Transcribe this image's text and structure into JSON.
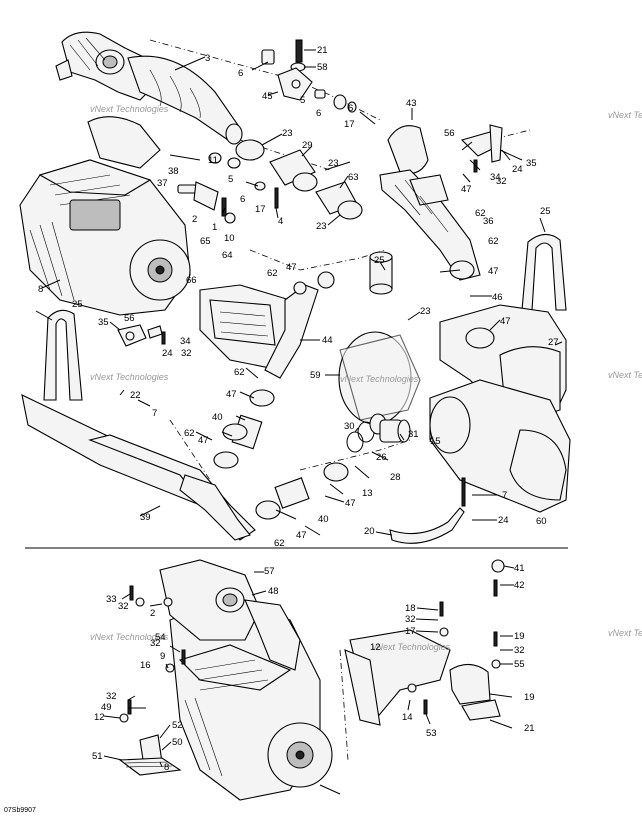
{
  "reference_code": "07Sb9907",
  "watermark": "vNext Technologies",
  "callouts": [
    {
      "id": "c3",
      "label": "3"
    },
    {
      "id": "c21a",
      "label": "21"
    },
    {
      "id": "c6a",
      "label": "6"
    },
    {
      "id": "c58",
      "label": "58"
    },
    {
      "id": "c45",
      "label": "45"
    },
    {
      "id": "c5a",
      "label": "5"
    },
    {
      "id": "c6b",
      "label": "6"
    },
    {
      "id": "c17a",
      "label": "17"
    },
    {
      "id": "c43",
      "label": "43"
    },
    {
      "id": "c6c",
      "label": "6"
    },
    {
      "id": "c23a",
      "label": "23"
    },
    {
      "id": "c29",
      "label": "29"
    },
    {
      "id": "c56a",
      "label": "56"
    },
    {
      "id": "c24a",
      "label": "24"
    },
    {
      "id": "c35a",
      "label": "35"
    },
    {
      "id": "c34a",
      "label": "34"
    },
    {
      "id": "c32a",
      "label": "32"
    },
    {
      "id": "c47a",
      "label": "47"
    },
    {
      "id": "c38",
      "label": "38"
    },
    {
      "id": "c11",
      "label": "11"
    },
    {
      "id": "c5b",
      "label": "5"
    },
    {
      "id": "c23b",
      "label": "23"
    },
    {
      "id": "c63",
      "label": "63"
    },
    {
      "id": "c37",
      "label": "37"
    },
    {
      "id": "c6d",
      "label": "6"
    },
    {
      "id": "c17b",
      "label": "17"
    },
    {
      "id": "c2a",
      "label": "2"
    },
    {
      "id": "c4",
      "label": "4"
    },
    {
      "id": "c1",
      "label": "1"
    },
    {
      "id": "c10",
      "label": "10"
    },
    {
      "id": "c23c",
      "label": "23"
    },
    {
      "id": "c62a",
      "label": "62"
    },
    {
      "id": "c36",
      "label": "36"
    },
    {
      "id": "c25a",
      "label": "25"
    },
    {
      "id": "c65",
      "label": "65"
    },
    {
      "id": "c64",
      "label": "64"
    },
    {
      "id": "c62b",
      "label": "62"
    },
    {
      "id": "c25b",
      "label": "25"
    },
    {
      "id": "c47b",
      "label": "47"
    },
    {
      "id": "c62c",
      "label": "62"
    },
    {
      "id": "c47c",
      "label": "47"
    },
    {
      "id": "c8a",
      "label": "8"
    },
    {
      "id": "c66",
      "label": "66"
    },
    {
      "id": "c46",
      "label": "46"
    },
    {
      "id": "c25c",
      "label": "25"
    },
    {
      "id": "c23d",
      "label": "23"
    },
    {
      "id": "c47d",
      "label": "47"
    },
    {
      "id": "c35b",
      "label": "35"
    },
    {
      "id": "c56b",
      "label": "56"
    },
    {
      "id": "c34b",
      "label": "34"
    },
    {
      "id": "c24b",
      "label": "24"
    },
    {
      "id": "c32b",
      "label": "32"
    },
    {
      "id": "c44",
      "label": "44"
    },
    {
      "id": "c27",
      "label": "27"
    },
    {
      "id": "c62d",
      "label": "62"
    },
    {
      "id": "c59",
      "label": "59"
    },
    {
      "id": "c7a",
      "label": "7"
    },
    {
      "id": "c47e",
      "label": "47"
    },
    {
      "id": "c22",
      "label": "22"
    },
    {
      "id": "c40a",
      "label": "40"
    },
    {
      "id": "c30",
      "label": "30"
    },
    {
      "id": "c47f",
      "label": "47"
    },
    {
      "id": "c31",
      "label": "31"
    },
    {
      "id": "c15",
      "label": "15"
    },
    {
      "id": "c26",
      "label": "26"
    },
    {
      "id": "c28",
      "label": "28"
    },
    {
      "id": "c62e",
      "label": "62"
    },
    {
      "id": "c13",
      "label": "13"
    },
    {
      "id": "c7b",
      "label": "7"
    },
    {
      "id": "c47g",
      "label": "47"
    },
    {
      "id": "c39",
      "label": "39"
    },
    {
      "id": "c40b",
      "label": "40"
    },
    {
      "id": "c24c",
      "label": "24"
    },
    {
      "id": "c60",
      "label": "60"
    },
    {
      "id": "c20",
      "label": "20"
    },
    {
      "id": "c47h",
      "label": "47"
    },
    {
      "id": "c62f",
      "label": "62"
    },
    {
      "id": "c57",
      "label": "57"
    },
    {
      "id": "c41",
      "label": "41"
    },
    {
      "id": "c48",
      "label": "48"
    },
    {
      "id": "c33",
      "label": "33"
    },
    {
      "id": "c32c",
      "label": "32"
    },
    {
      "id": "c2b",
      "label": "2"
    },
    {
      "id": "c42",
      "label": "42"
    },
    {
      "id": "c18",
      "label": "18"
    },
    {
      "id": "c32d",
      "label": "32"
    },
    {
      "id": "c17c",
      "label": "17"
    },
    {
      "id": "c19a",
      "label": "19"
    },
    {
      "id": "c54",
      "label": "54"
    },
    {
      "id": "c32e",
      "label": "32"
    },
    {
      "id": "c32f",
      "label": "32"
    },
    {
      "id": "c9",
      "label": "9"
    },
    {
      "id": "c12a",
      "label": "12"
    },
    {
      "id": "c55",
      "label": "55"
    },
    {
      "id": "c16",
      "label": "16"
    },
    {
      "id": "c19b",
      "label": "19"
    },
    {
      "id": "c32g",
      "label": "32"
    },
    {
      "id": "c49",
      "label": "49"
    },
    {
      "id": "c12b",
      "label": "12"
    },
    {
      "id": "c14",
      "label": "14"
    },
    {
      "id": "c21b",
      "label": "21"
    },
    {
      "id": "c53",
      "label": "53"
    },
    {
      "id": "c52",
      "label": "52"
    },
    {
      "id": "c50",
      "label": "50"
    },
    {
      "id": "c51",
      "label": "51"
    },
    {
      "id": "c8b",
      "label": "8"
    }
  ]
}
